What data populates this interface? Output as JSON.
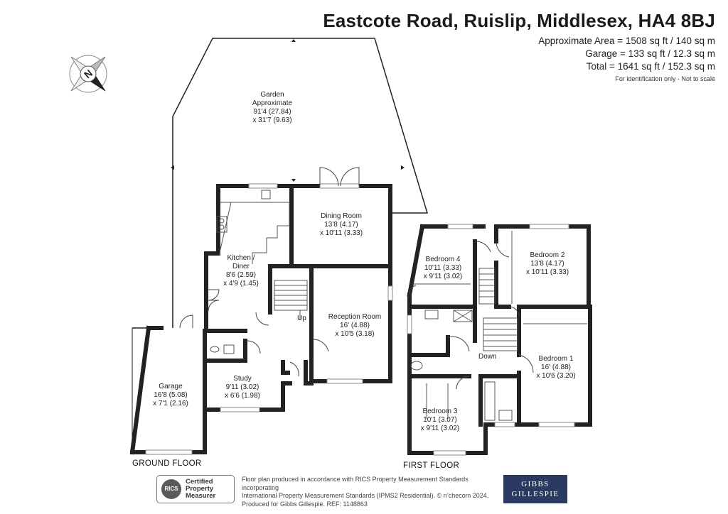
{
  "header": {
    "title": "Eastcote Road, Ruislip, Middlesex, HA4 8BJ",
    "areas": [
      "Approximate Area = 1508 sq ft / 140 sq m",
      "Garage = 133 sq ft / 12.3 sq m",
      "Total = 1641 sq ft / 152.3 sq m"
    ],
    "note": "For identification only - Not to scale"
  },
  "compass": {
    "icon": "compass-icon",
    "label": "N"
  },
  "ground_floor": {
    "label": "GROUND FLOOR",
    "rooms": [
      {
        "name": "Garden",
        "lines": [
          "Garden",
          "Approximate",
          "91'4 (27.84)",
          "x 31'7 (9.63)"
        ]
      },
      {
        "name": "Dining Room",
        "lines": [
          "Dining Room",
          "13'8 (4.17)",
          "x 10'11 (3.33)"
        ]
      },
      {
        "name": "Kitchen / Diner",
        "lines": [
          "Kitchen /",
          "Diner",
          "8'6 (2.59)",
          "x 4'9 (1.45)"
        ]
      },
      {
        "name": "Reception Room",
        "lines": [
          "Reception Room",
          "16' (4.88)",
          "x 10'5 (3.18)"
        ]
      },
      {
        "name": "Garage",
        "lines": [
          "Garage",
          "16'8 (5.08)",
          "x 7'1 (2.16)"
        ]
      },
      {
        "name": "Study",
        "lines": [
          "Study",
          "9'11 (3.02)",
          "x 6'6 (1.98)"
        ]
      }
    ],
    "stairs_label": "Up"
  },
  "first_floor": {
    "label": "FIRST FLOOR",
    "rooms": [
      {
        "name": "Bedroom 4",
        "lines": [
          "Bedroom 4",
          "10'11 (3.33)",
          "x 9'11 (3.02)"
        ]
      },
      {
        "name": "Bedroom 2",
        "lines": [
          "Bedroom 2",
          "13'8 (4.17)",
          "x 10'11 (3.33)"
        ]
      },
      {
        "name": "Bedroom 1",
        "lines": [
          "Bedroom 1",
          "16' (4.88)",
          "x 10'6 (3.20)"
        ]
      },
      {
        "name": "Bedroom 3",
        "lines": [
          "Bedroom 3",
          "10'1 (3.07)",
          "x 9'11 (3.02)"
        ]
      }
    ],
    "stairs_label": "Down"
  },
  "footer": {
    "rics_badge": "RICS",
    "rics_text": [
      "Certified",
      "Property",
      "Measurer"
    ],
    "text_lines": [
      "Floor plan produced in accordance with RICS Property Measurement Standards incorporating",
      "International Property Measurement Standards (IPMS2 Residential).  © n’checom 2024.",
      "Produced for Gibbs Gillespie.   REF:  1148863"
    ],
    "brand_lines": [
      "GIBBS",
      "GILLESPIE"
    ]
  },
  "colors": {
    "wall": "#222222",
    "brand": "#2b3a61",
    "window": "#8a8a8a"
  }
}
